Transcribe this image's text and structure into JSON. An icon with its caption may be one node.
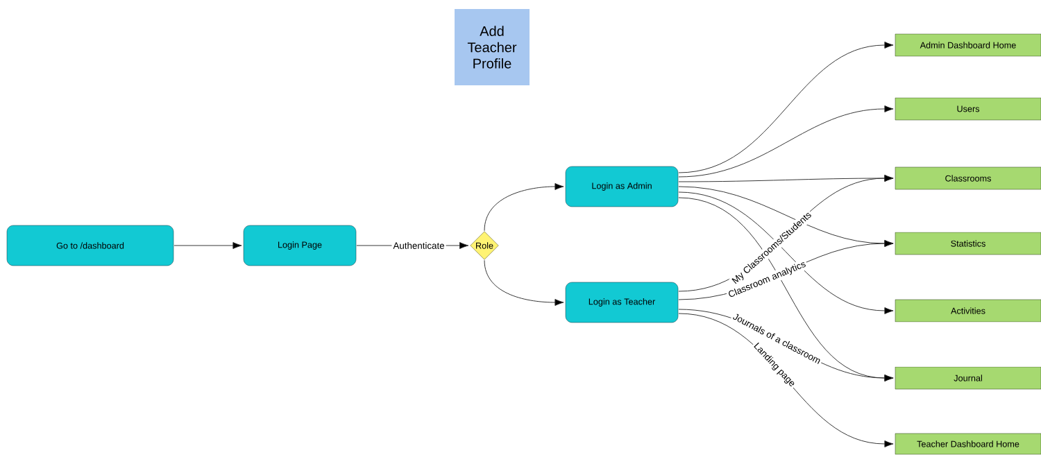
{
  "diagram": {
    "nodes": [
      {
        "text": [
          "Add Teacher Profile"
        ]
      },
      {
        "text": [
          "Go to /dashboard"
        ]
      },
      {
        "text": [
          "Login Page"
        ]
      },
      {
        "text": [
          "Role"
        ]
      },
      {
        "text": [
          "Login as Admin"
        ]
      },
      {
        "text": [
          "Login as Teacher"
        ]
      },
      {
        "text": [
          "Admin Dashboard Home"
        ]
      },
      {
        "text": [
          "Users"
        ]
      },
      {
        "text": [
          "Classrooms"
        ]
      },
      {
        "text": [
          "Statistics"
        ]
      },
      {
        "text": [
          "Activities"
        ]
      },
      {
        "text": [
          "Journal"
        ]
      },
      {
        "text": [
          "Teacher Dashboard Home"
        ]
      }
    ],
    "edges": [
      {
        "from": 1,
        "to": 2,
        "arrow": "to"
      },
      {
        "from": 2,
        "to": 3,
        "arrow": "to",
        "label": "Authenticate"
      },
      {
        "from": 3,
        "to": 4,
        "arrow": "to"
      },
      {
        "from": 3,
        "to": 5,
        "arrow": "to"
      },
      {
        "from": 4,
        "to": 6,
        "arrow": "to"
      },
      {
        "from": 4,
        "to": 7,
        "arrow": "to"
      },
      {
        "from": 4,
        "to": 8,
        "arrow": "to"
      },
      {
        "from": 4,
        "to": 9,
        "arrow": "to"
      },
      {
        "from": 4,
        "to": 10,
        "arrow": "to"
      },
      {
        "from": 4,
        "to": 11,
        "arrow": "to"
      },
      {
        "from": 5,
        "to": 8,
        "arrow": "to",
        "label": "My Classrooms/Students"
      },
      {
        "from": 5,
        "to": 9,
        "arrow": "to",
        "label": "Classroom analytics"
      },
      {
        "from": 5,
        "to": 11,
        "arrow": "to",
        "label": "Journals of a classroom"
      },
      {
        "from": 5,
        "to": 12,
        "arrow": "to",
        "label": "Landing page"
      }
    ]
  }
}
